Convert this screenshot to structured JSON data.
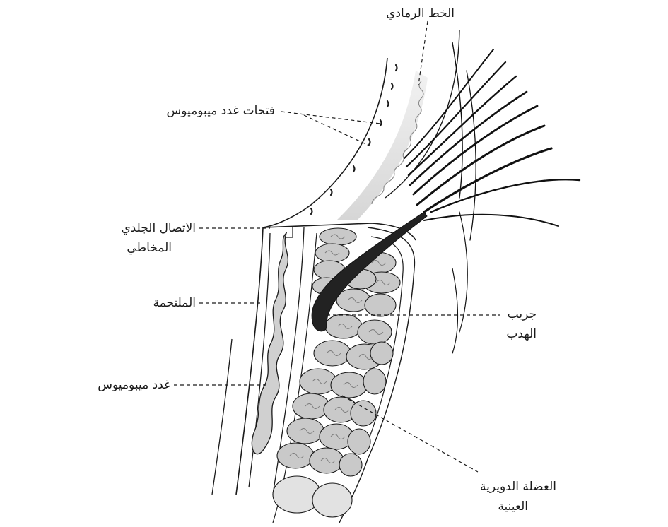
{
  "labels": {
    "gray_line": "الخط الرمادي",
    "meibomian_openings": "فتحات غدد ميبوميوس",
    "mucocutaneous_junction_1": "الاتصال الجلدي",
    "mucocutaneous_junction_2": "المخاطي",
    "conjunctiva": "الملتحمة",
    "meibomian_gland": "غدد ميبوميوس",
    "lash_follicle_1": "جريب",
    "lash_follicle_2": "الهدب",
    "orbicularis_1": "العضلة الدويرية",
    "orbicularis_2": "العينية"
  },
  "colors": {
    "stroke": "#1a1a1a",
    "fiber_fill": "#c9c9c9",
    "fiber_light": "#e2e2e2",
    "gland_fill": "#d8d8d8",
    "follicle": "#222222"
  }
}
